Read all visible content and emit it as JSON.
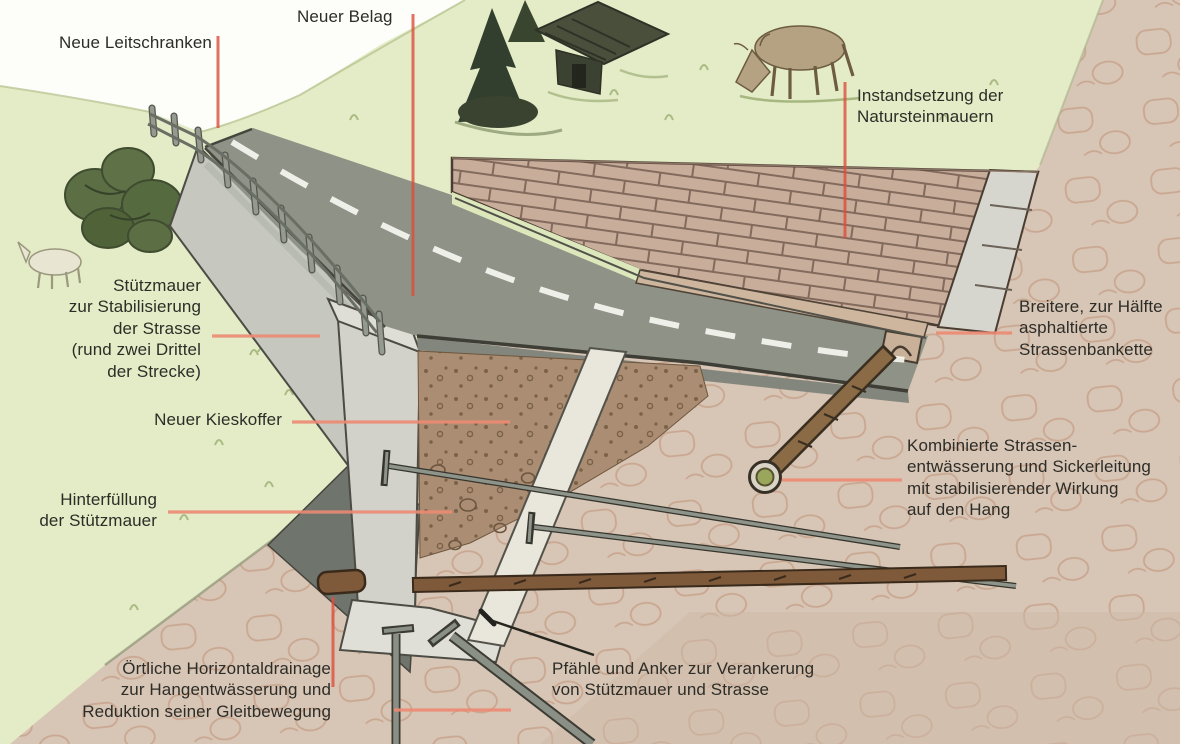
{
  "diagram": {
    "labels": [
      {
        "id": "neue-leitschranken",
        "text": "Neue Leitschranken"
      },
      {
        "id": "neuer-belag",
        "text": "Neuer Belag"
      },
      {
        "id": "instandsetzung",
        "text": "Instandsetzung der\nNatursteinmauern"
      },
      {
        "id": "stuetzmauer",
        "text": "Stützmauer\nzur Stabilisierung\nder Strasse\n(rund zwei Drittel\nder Strecke)"
      },
      {
        "id": "neuer-kieskoffer",
        "text": "Neuer Kieskoffer"
      },
      {
        "id": "hinterfuellung",
        "text": "Hinterfüllung\nder Stützmauer"
      },
      {
        "id": "strassenbankette",
        "text": "Breitere, zur Hälfte\nasphaltierte\nStrassenbankette"
      },
      {
        "id": "entwaesserung",
        "text": "Kombinierte Strassen-\nentwässerung und Sickerleitung\nmit stabilisierender Wirkung\nauf den Hang"
      },
      {
        "id": "horizontaldrainage",
        "text": "Örtliche Horizontaldrainage\nzur Hangentwässerung und\nReduktion seiner Gleitbewegung"
      },
      {
        "id": "pfaehle-anker",
        "text": "Pfähle und Anker zur Verankerung\nvon Stützmauer und Strasse"
      }
    ],
    "colors": {
      "leader_red": "#dc4f3c",
      "leader_salmon": "#ed8a74",
      "text": "#2d2d28",
      "grass": "#e3ecc6",
      "soil": "#d7c5b5",
      "road_asphalt": "#8f9286",
      "stone_wall": "#c9ad9b",
      "concrete": "#d3d2ca",
      "pipe_brown": "#7e5a3a",
      "pipe_mouth_green": "#9aa65c"
    }
  }
}
